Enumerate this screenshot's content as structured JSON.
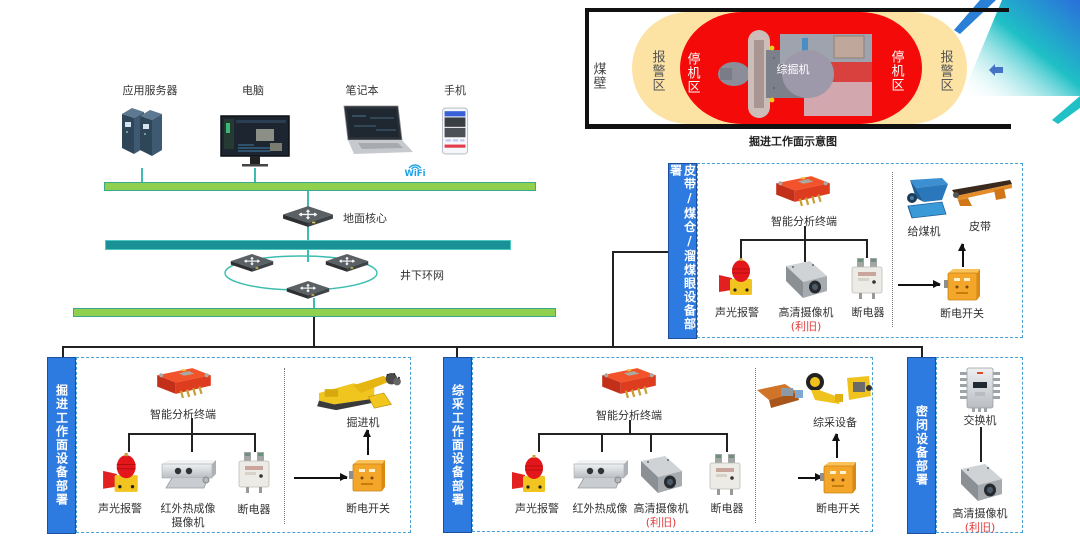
{
  "network": {
    "clients": [
      {
        "label": "应用服务器",
        "icon": "server-icon"
      },
      {
        "label": "电脑",
        "icon": "monitor-icon"
      },
      {
        "label": "笔记本",
        "icon": "laptop-icon"
      },
      {
        "label": "手机",
        "icon": "phone-icon"
      }
    ],
    "wifi_label": "WiFi",
    "core_switch_label": "地面核心",
    "ring_network_label": "井下环网"
  },
  "schematic": {
    "wall_label": "煤壁",
    "alarm_zone_label": "报警区",
    "stop_zone_label": "停机区",
    "machine_label": "综掘机",
    "caption": "掘进工作面示意图"
  },
  "sections": {
    "belt": {
      "title": "皮带/煤仓/溜煤眼设备部署",
      "terminal_label": "智能分析终端",
      "devices": [
        {
          "label": "声光报警"
        },
        {
          "label": "高清摄像机",
          "note": "(利旧)"
        },
        {
          "label": "断电器"
        }
      ],
      "power_switch_label": "断电开关",
      "equipment": [
        {
          "label": "给煤机"
        },
        {
          "label": "皮带"
        }
      ]
    },
    "heading_face": {
      "title": "掘进工作面设备部署",
      "terminal_label": "智能分析终端",
      "devices": [
        {
          "label": "声光报警"
        },
        {
          "label": "红外热成像",
          "label2": "摄像机"
        },
        {
          "label": "断电器"
        }
      ],
      "power_switch_label": "断电开关",
      "equipment": [
        {
          "label": "掘进机"
        }
      ]
    },
    "fully_mechanized_face": {
      "title": "综采工作面设备部署",
      "terminal_label": "智能分析终端",
      "devices": [
        {
          "label": "声光报警"
        },
        {
          "label": "红外热成像"
        },
        {
          "label": "高清摄像机",
          "note": "(利旧)"
        },
        {
          "label": "断电器"
        }
      ],
      "power_switch_label": "断电开关",
      "equipment": [
        {
          "label": "综采设备"
        }
      ]
    },
    "sealed": {
      "title": "密闭设备部署",
      "switch_label": "交换机",
      "devices": [
        {
          "label": "高清摄像机",
          "note": "(利旧)"
        }
      ]
    }
  },
  "colors": {
    "label_bg": "#2d7be0",
    "dashed_border": "#4a9fd4",
    "network_bar": "#8fd14f",
    "core_bar": "#1a9196",
    "ring_line": "#3dbdb0",
    "stop_zone": "#f50a0a",
    "alarm_zone": "#fde3a3",
    "note_red": "#e23b3b"
  }
}
